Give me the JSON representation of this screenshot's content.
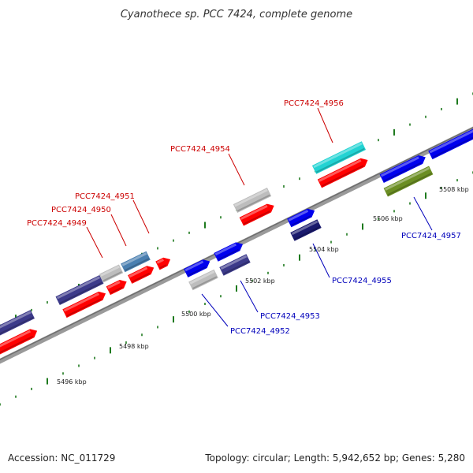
{
  "title": "Cyanothece sp. PCC 7424, complete genome",
  "footer": {
    "accession": "Accession: NC_011729",
    "summary": "Topology: circular; Length: 5,942,652 bp; Genes: 5,280"
  },
  "scale_labels": [
    "5496 kbp",
    "5498 kbp",
    "5500 kbp",
    "5502 kbp",
    "5504 kbp",
    "5506 kbp",
    "5508 kbp"
  ],
  "colors": {
    "backbone": "#8a8a8a",
    "tick": "#1e7a1e",
    "label_top_strand": "#cc0000",
    "label_bottom_strand": "#0000bb",
    "red_feature": "#ff0000",
    "blue_feature": "#0000ee",
    "purple_feature": "#3c3a8a",
    "gray_feature": "#bdbdbd",
    "cyan_feature": "#22d3d3",
    "steelblue_feature": "#4a7fb0",
    "olive_feature": "#6b8e23",
    "navy_feature": "#1a1a6e"
  },
  "gene_labels": [
    {
      "id": "PCC7424_4949",
      "strand": "top"
    },
    {
      "id": "PCC7424_4950",
      "strand": "top"
    },
    {
      "id": "PCC7424_4951",
      "strand": "top"
    },
    {
      "id": "PCC7424_4954",
      "strand": "top"
    },
    {
      "id": "PCC7424_4956",
      "strand": "top"
    },
    {
      "id": "PCC7424_4952",
      "strand": "bottom"
    },
    {
      "id": "PCC7424_4953",
      "strand": "bottom"
    },
    {
      "id": "PCC7424_4955",
      "strand": "bottom"
    },
    {
      "id": "PCC7424_4957",
      "strand": "bottom"
    }
  ]
}
